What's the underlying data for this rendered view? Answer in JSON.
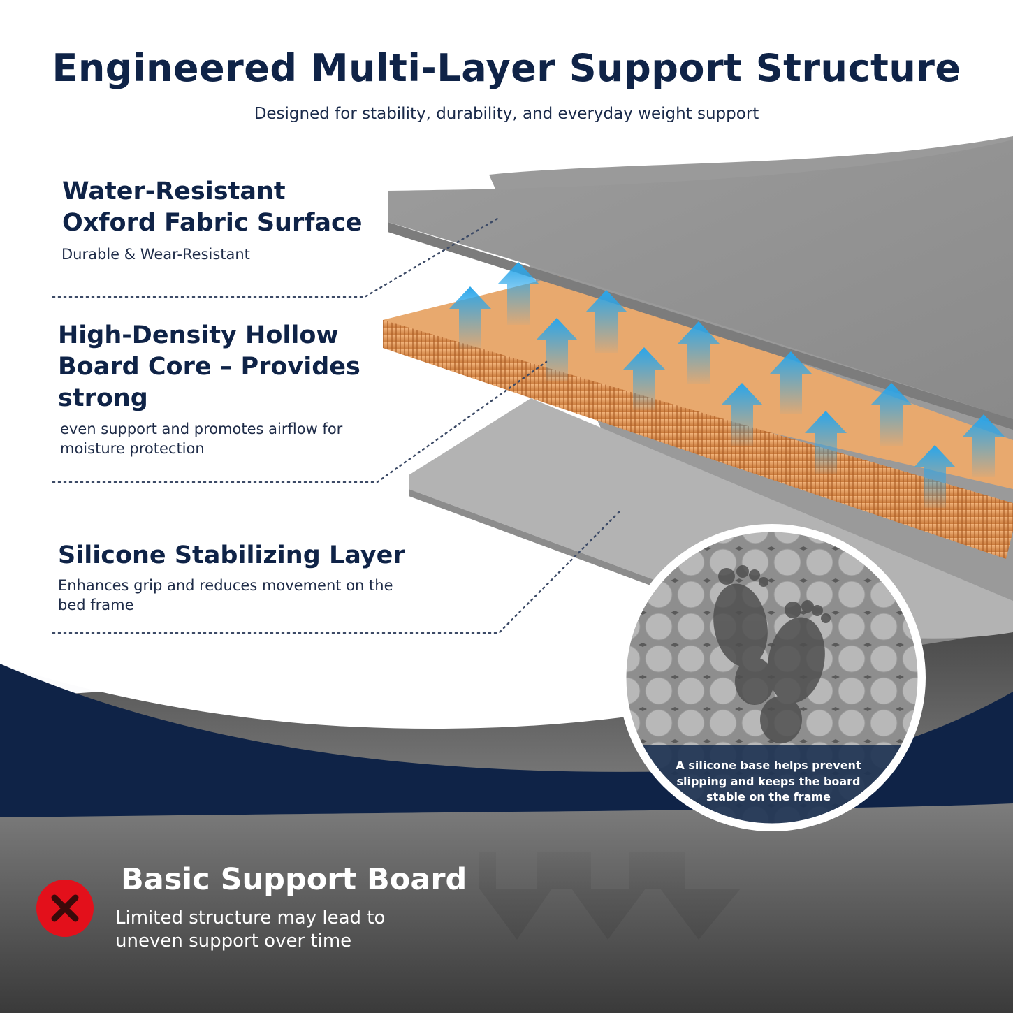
{
  "header": {
    "title": "Engineered Multi-Layer Support Structure",
    "subtitle": "Designed for stability, durability, and everyday weight support"
  },
  "layers": [
    {
      "title": "Water-Resistant\nOxford Fabric Surface",
      "description": "Durable & Wear-Resistant"
    },
    {
      "title": "High-Density Hollow Board Core – Provides strong",
      "description": "even support and promotes airflow for moisture protection"
    },
    {
      "title": "Silicone Stabilizing Layer",
      "description": "Enhances grip and reduces movement on the bed frame"
    }
  ],
  "callout": {
    "text": "A silicone base helps prevent slipping and keeps the board stable on the frame"
  },
  "comparison": {
    "title": "Basic Support Board",
    "description": "Limited structure may lead to uneven support over time",
    "icon": "x-icon"
  },
  "colors": {
    "navy": "#0f2347",
    "orange_core": "#e39a55",
    "airflow_blue": "#2f9ee0",
    "gray_surface": "#9a9a9a",
    "red_badge": "#e3101b"
  }
}
